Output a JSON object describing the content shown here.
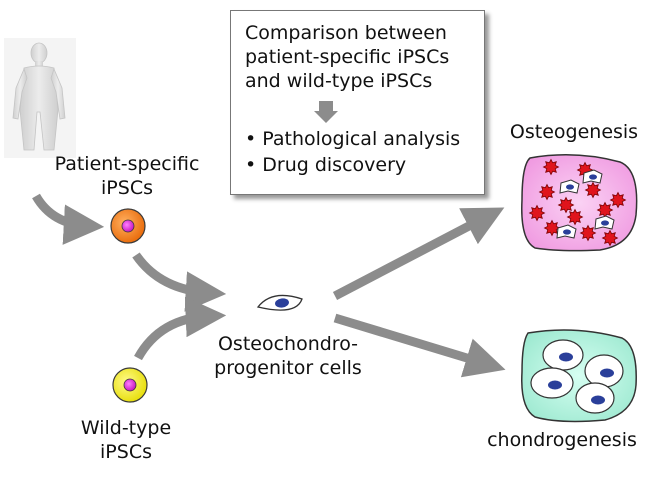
{
  "comparison_box": {
    "title_lines": [
      "Comparison between",
      "patient-specific iPSCs",
      "and wild-type iPSCs"
    ],
    "applications": [
      "• Pathological analysis",
      "• Drug discovery"
    ]
  },
  "nodes": {
    "patient_ipscs": {
      "line1": "Patient-specific",
      "line2": "iPSCs"
    },
    "wildtype_ipscs": {
      "line1": "Wild-type",
      "line2": "iPSCs"
    },
    "progenitor": {
      "line1": "Osteochondro-",
      "line2": "progenitor cells"
    },
    "osteogenesis": {
      "label": "Osteogenesis"
    },
    "chondrogenesis": {
      "label": "chondrogenesis"
    }
  },
  "colors": {
    "arrow": "#8c8c8c",
    "patient_cell_outer": "#f07f1a",
    "patient_cell_inner": "#d82cd0",
    "wildtype_cell_outer": "#f2ec1e",
    "wildtype_cell_inner": "#d82cd0",
    "nucleus": "#2a3f9a",
    "osteo_tissue": "#f2a6e4",
    "osteo_cell": "#e0141c",
    "chondro_tissue": "#aef0dc",
    "body_figure": "#d8d8d8"
  }
}
